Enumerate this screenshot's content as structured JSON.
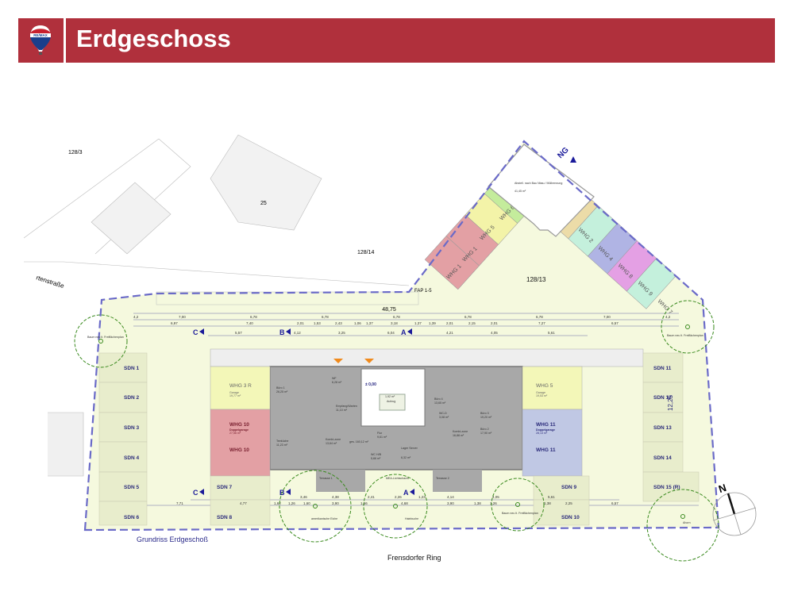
{
  "header": {
    "title": "Erdgeschoss",
    "logo_text": "RE/MAX"
  },
  "colors": {
    "brand_red": "#b0303c",
    "boundary": "#6a6ac8",
    "tree": "#3a8a1e",
    "whg_red": "#e3a0a4",
    "whg_yellow": "#f3f3a8",
    "whg_green": "#c4ec9c",
    "whg_tan": "#ecdca8",
    "whg_mint": "#c4f0dc",
    "whg_blue": "#b0b4e4",
    "whg_magenta": "#e4a0e4",
    "whg_blue2": "#c0c8e4",
    "core_gray": "#a8a8a8",
    "green_area": "#f4f8dc"
  },
  "site": {
    "parcels": [
      "128/3",
      "25",
      "128/14",
      "128/13"
    ],
    "street_left": "rtenstraße",
    "street_bottom": "Frensdorfer Ring",
    "plan_caption": "Grundriss Erdgeschoß",
    "fap": "FAP 1-5",
    "north": "N",
    "ng": "NG"
  },
  "wings": {
    "left": [
      "WHG 1",
      "WHG 1",
      "WHG 5",
      "WHG 6"
    ],
    "right": [
      "WHG 2",
      "WHG 4",
      "WHG 8",
      "WHG 9",
      "WHG 7"
    ],
    "storage": {
      "label": "Abstell. nach Bau Nbau / Müllrennung",
      "area": "41,45 m²"
    }
  },
  "garages": {
    "left_top": {
      "label": "WHG 3 R",
      "type": "Garage",
      "area": "19,77 m²"
    },
    "left_bottom": {
      "label": "WHG 10",
      "type": "Doppelgarage",
      "area": "27,56 m²",
      "label2": "WHG 10"
    },
    "right_top": {
      "label": "WHG 5",
      "type": "Garage",
      "area": "19,53 m²"
    },
    "right_bottom": {
      "label": "WHG 11",
      "type": "Doppelgarage",
      "area": "28,13 m²",
      "label2": "WHG 11"
    }
  },
  "rooms": [
    {
      "name": "Büro 1",
      "area": "26,25 m²"
    },
    {
      "name": "WF",
      "area": "6,28 m²"
    },
    {
      "name": "Empfang/Warten",
      "area": "11,10 m²"
    },
    {
      "name": "Teeküche",
      "area": "11,23 m²"
    },
    {
      "name": "Kombi-zone",
      "area": "13,64 m²"
    },
    {
      "name": "Flur",
      "area": "9,61 m²"
    },
    {
      "name": "WC H/B",
      "area": "5,66 m²"
    },
    {
      "name": "Lager Server",
      "area": "6,32 m²"
    },
    {
      "name": "Büro 4",
      "area": "13,65 m²"
    },
    {
      "name": "WC-D",
      "area": "3,08 m²"
    },
    {
      "name": "Büro 3",
      "area": "19,20 m²"
    },
    {
      "name": "Kombi-zone",
      "area": "16,88 m²"
    },
    {
      "name": "Büro 2",
      "area": "17,90 m²"
    },
    {
      "name": "Aufzug",
      "area": "1,92 m²"
    },
    {
      "name": "Terrasse 1",
      "area": ""
    },
    {
      "name": "Terrasse 2",
      "area": ""
    },
    {
      "name": "MEA-Lichtschacht",
      "area": ""
    }
  ],
  "stair": {
    "level": "± 0,00",
    "total_area": "ges. 160,12 m²"
  },
  "parking": {
    "left": [
      "SDN 1",
      "SDN 2",
      "SDN 3",
      "SDN 4",
      "SDN 5",
      "SDN 6"
    ],
    "mid_left": [
      "SDN 7",
      "SDN 8"
    ],
    "mid_right": [
      "SDN 9",
      "SDN 10"
    ],
    "right": [
      "SDN 11",
      "SDN 12",
      "SDN 13",
      "SDN 14",
      "SDN 15 (R)"
    ]
  },
  "sections": [
    "C",
    "B",
    "A",
    "C",
    "B",
    "A"
  ],
  "trees": {
    "new": "Baum neu lt. Freiflächenplan",
    "oak": "amerikanische Eiche",
    "hornbeam": "Hainbuche",
    "maple": "Ahorn"
  },
  "dimensions": {
    "total": "48,75",
    "row1": [
      "4,2",
      "7,00",
      "6,78",
      "6,78",
      "6,78",
      "6,78",
      "6,78",
      "7,00",
      "4,2"
    ],
    "row2": [
      "6,97",
      "7,40",
      "2,01",
      "1,53",
      "2,43",
      "1,06",
      "1,37",
      "3,18",
      "1,37",
      "1,39",
      "2,01",
      "2,15",
      "2,01",
      "7,27",
      "6,57"
    ],
    "row3": [
      "5,57",
      "4,12",
      "3,25",
      "6,04",
      "4,21",
      "4,05",
      "5,61"
    ],
    "bottom1": [
      "3,46",
      "4,38",
      "2,41",
      "2,26",
      "1,23",
      "4,14",
      "4,05",
      "5,61"
    ],
    "bottom2": [
      "7,71",
      "4,77",
      "1,62",
      "1,26",
      "1,60",
      "3,90",
      "1,56",
      "4,68",
      "3,90",
      "1,38",
      "1,26",
      "1,38",
      "2,25",
      "6,57"
    ],
    "right_vertical": "12,25"
  }
}
